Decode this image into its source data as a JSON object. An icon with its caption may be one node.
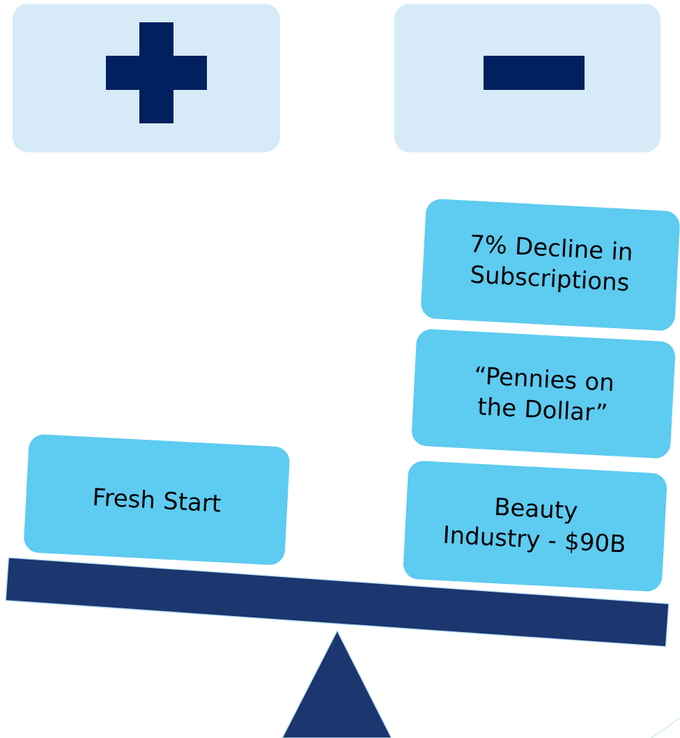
{
  "diagram": {
    "nodes": [
      {
        "text": [],
        "shape": "box"
      },
      {
        "text": [],
        "shape": "box"
      },
      {
        "text": [
          "7% Decline in Subscriptions"
        ]
      },
      {
        "text": [
          "“Pennies on the Dollar”"
        ]
      },
      {
        "text": [
          "Fresh Start"
        ]
      },
      {
        "text": [
          "Beauty Industry - $90B"
        ]
      }
    ]
  }
}
